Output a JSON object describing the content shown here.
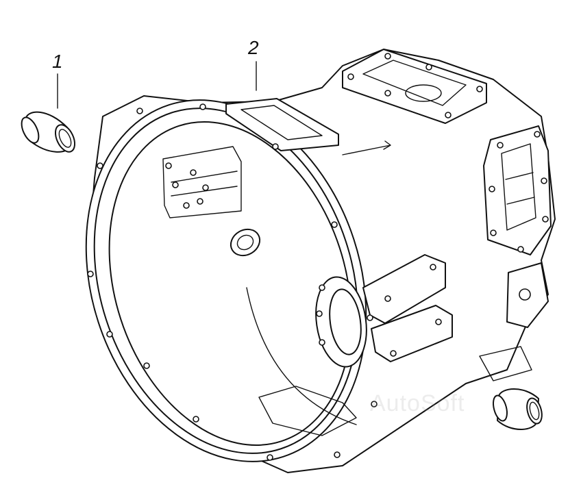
{
  "callouts": {
    "part_1": "1",
    "part_2": "2"
  },
  "watermark": "AutoSoft",
  "colors": {
    "line": "#111111",
    "background": "#ffffff"
  }
}
